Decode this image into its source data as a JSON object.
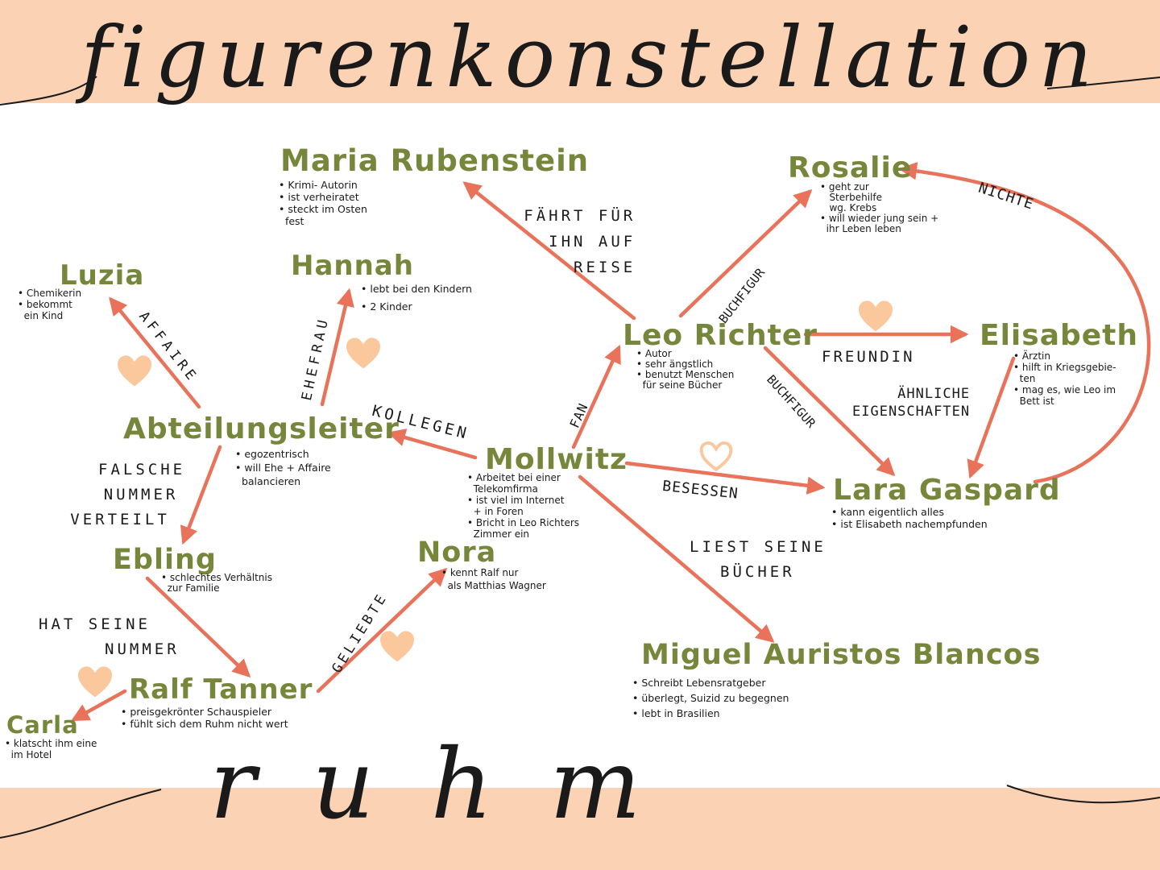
{
  "title": "figurenkonstellation",
  "footer": "ruhm",
  "colors": {
    "band": "#fbd3b4",
    "name": "#76863a",
    "arrow": "#e9735a",
    "heart": "#fbc89e",
    "ink": "#1a1a1a"
  },
  "characters": {
    "maria": {
      "name": "Maria Rubenstein",
      "notes": [
        "• Krimi- Autorin",
        "• ist verheiratet",
        "• steckt im Osten",
        "  fest"
      ]
    },
    "rosalie": {
      "name": "Rosalie",
      "notes": [
        "• geht zur",
        "   Sterbehilfe",
        "   wg. Krebs",
        "• will wieder jung sein +",
        "  ihr Leben leben"
      ]
    },
    "luzia": {
      "name": "Luzia",
      "notes": [
        "• Chemikerin",
        "• bekommt",
        "  ein Kind"
      ]
    },
    "hannah": {
      "name": "Hannah",
      "notes": [
        "• lebt bei den Kindern",
        "• 2 Kinder"
      ]
    },
    "leo": {
      "name": "Leo Richter",
      "notes": [
        "• Autor",
        "• sehr ängstlich",
        "• benutzt Menschen",
        "  für seine Bücher"
      ]
    },
    "elisabeth": {
      "name": "Elisabeth",
      "notes": [
        "• Ärztin",
        "• hilft in Kriegsgebie-",
        "  ten",
        "• mag es, wie Leo im",
        "  Bett ist"
      ]
    },
    "abteilungsleiter": {
      "name": "Abteilungsleiter",
      "notes": [
        "• egozentrisch",
        "• will Ehe + Affaire",
        "  balancieren"
      ]
    },
    "mollwitz": {
      "name": "Mollwitz",
      "notes": [
        "• Arbeitet bei einer",
        "  Telekomfirma",
        "• ist viel im Internet",
        "  + in Foren",
        "• Bricht in Leo Richters",
        "  Zimmer ein"
      ]
    },
    "lara": {
      "name": "Lara Gaspard",
      "notes": [
        "• kann eigentlich alles",
        "• ist Elisabeth nachempfunden"
      ]
    },
    "ebling": {
      "name": "Ebling",
      "notes": [
        "• schlechtes Verhältnis",
        "  zur Familie"
      ]
    },
    "nora": {
      "name": "Nora",
      "notes": [
        "• kennt Ralf nur",
        "  als Matthias Wagner"
      ]
    },
    "miguel": {
      "name": "Miguel Auristos Blancos",
      "notes": [
        "• Schreibt Lebensratgeber",
        "• überlegt, Suizid zu begegnen",
        "• lebt in Brasilien"
      ]
    },
    "ralf": {
      "name": "Ralf Tanner",
      "notes": [
        "• preisgekrönter Schauspieler",
        "• fühlt sich dem Ruhm nicht wert"
      ]
    },
    "carla": {
      "name": "Carla",
      "notes": [
        "• klatscht ihm eine",
        "  im Hotel"
      ]
    }
  },
  "relations": {
    "faehrt": [
      "FÄHRT FÜR",
      "IHN AUF",
      "REISE"
    ],
    "nichte": "NICHTE",
    "buchfigur1": "BUCHFIGUR",
    "buchfigur2": "BUCHFIGUR",
    "affaire": "AFFAIRE",
    "ehefrau": "EHEFRAU",
    "freundin": "FREUNDIN",
    "aehnliche": [
      "ÄHNLICHE",
      "EIGENSCHAFTEN"
    ],
    "kollegen": "KOLLEGEN",
    "fan": "FAN",
    "falsche": [
      "FALSCHE",
      "NUMMER",
      "VERTEILT"
    ],
    "besessen": "BESESSEN",
    "liest": [
      "LIEST SEINE",
      "BÜCHER"
    ],
    "geliebte": "GELIEBTE",
    "hat": [
      "HAT SEINE",
      "NUMMER"
    ]
  }
}
